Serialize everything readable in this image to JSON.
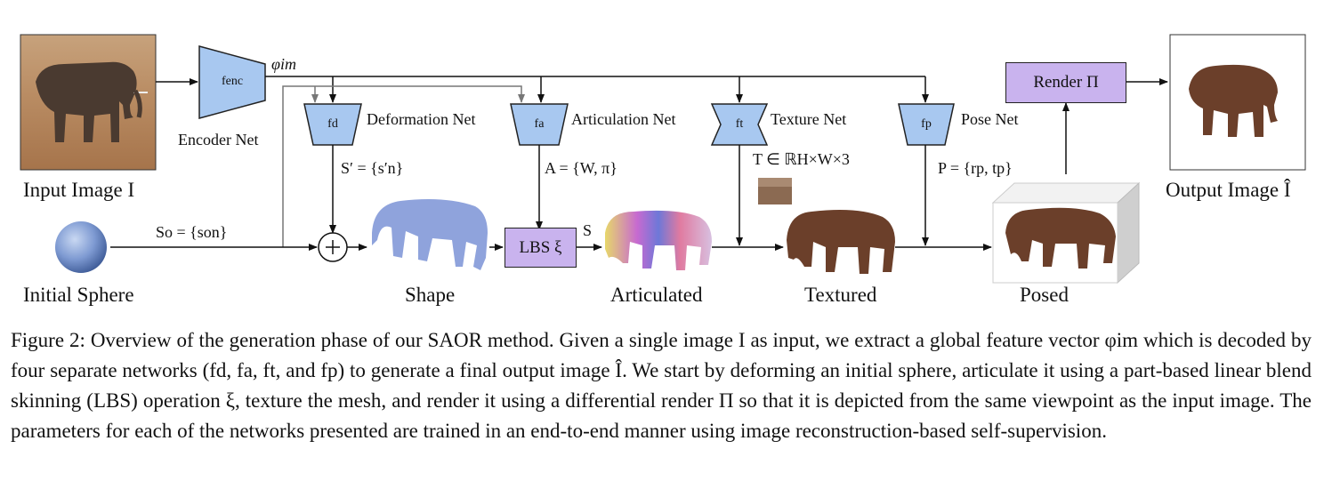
{
  "diagram": {
    "labels": {
      "input_image": "Input Image I",
      "output_image": "Output Image Î",
      "encoder_net": "Encoder Net",
      "f_enc": "fenc",
      "phi": "φim",
      "f_d": "fd",
      "f_a": "fa",
      "f_t": "ft",
      "f_p": "fp",
      "deformation_net": "Deformation Net",
      "articulation_net": "Articulation Net",
      "texture_net": "Texture Net",
      "pose_net": "Pose Net",
      "render": "Render Π",
      "lbs": "LBS ξ",
      "s_prime": "S′ = {s′n}",
      "a_param": "A = {W, π}",
      "t_param": "T ∈ ℝH×W×3",
      "p_param": "P = {rp, tp}",
      "s_zero": "So = {son}",
      "s_label": "S",
      "initial_sphere": "Initial Sphere",
      "shape": "Shape",
      "articulated": "Articulated",
      "textured": "Textured",
      "posed": "Posed"
    },
    "colors": {
      "net_fill": "#a8c8f0",
      "render_fill": "#c9b3ee",
      "arrow": "#111111",
      "skip_arrow": "#777777"
    }
  },
  "caption": {
    "text": "Figure 2: Overview of the generation phase of our SAOR method. Given a single image I as input, we extract a global feature vector φim which is decoded by four separate networks (fd, fa, ft, and fp) to generate a final output image Î. We start by deforming an initial sphere, articulate it using a part-based linear blend skinning (LBS) operation ξ, texture the mesh, and render it using a differential render Π so that it is depicted from the same viewpoint as the input image. The parameters for each of the networks presented are trained in an end-to-end manner using image reconstruction-based self-supervision."
  }
}
